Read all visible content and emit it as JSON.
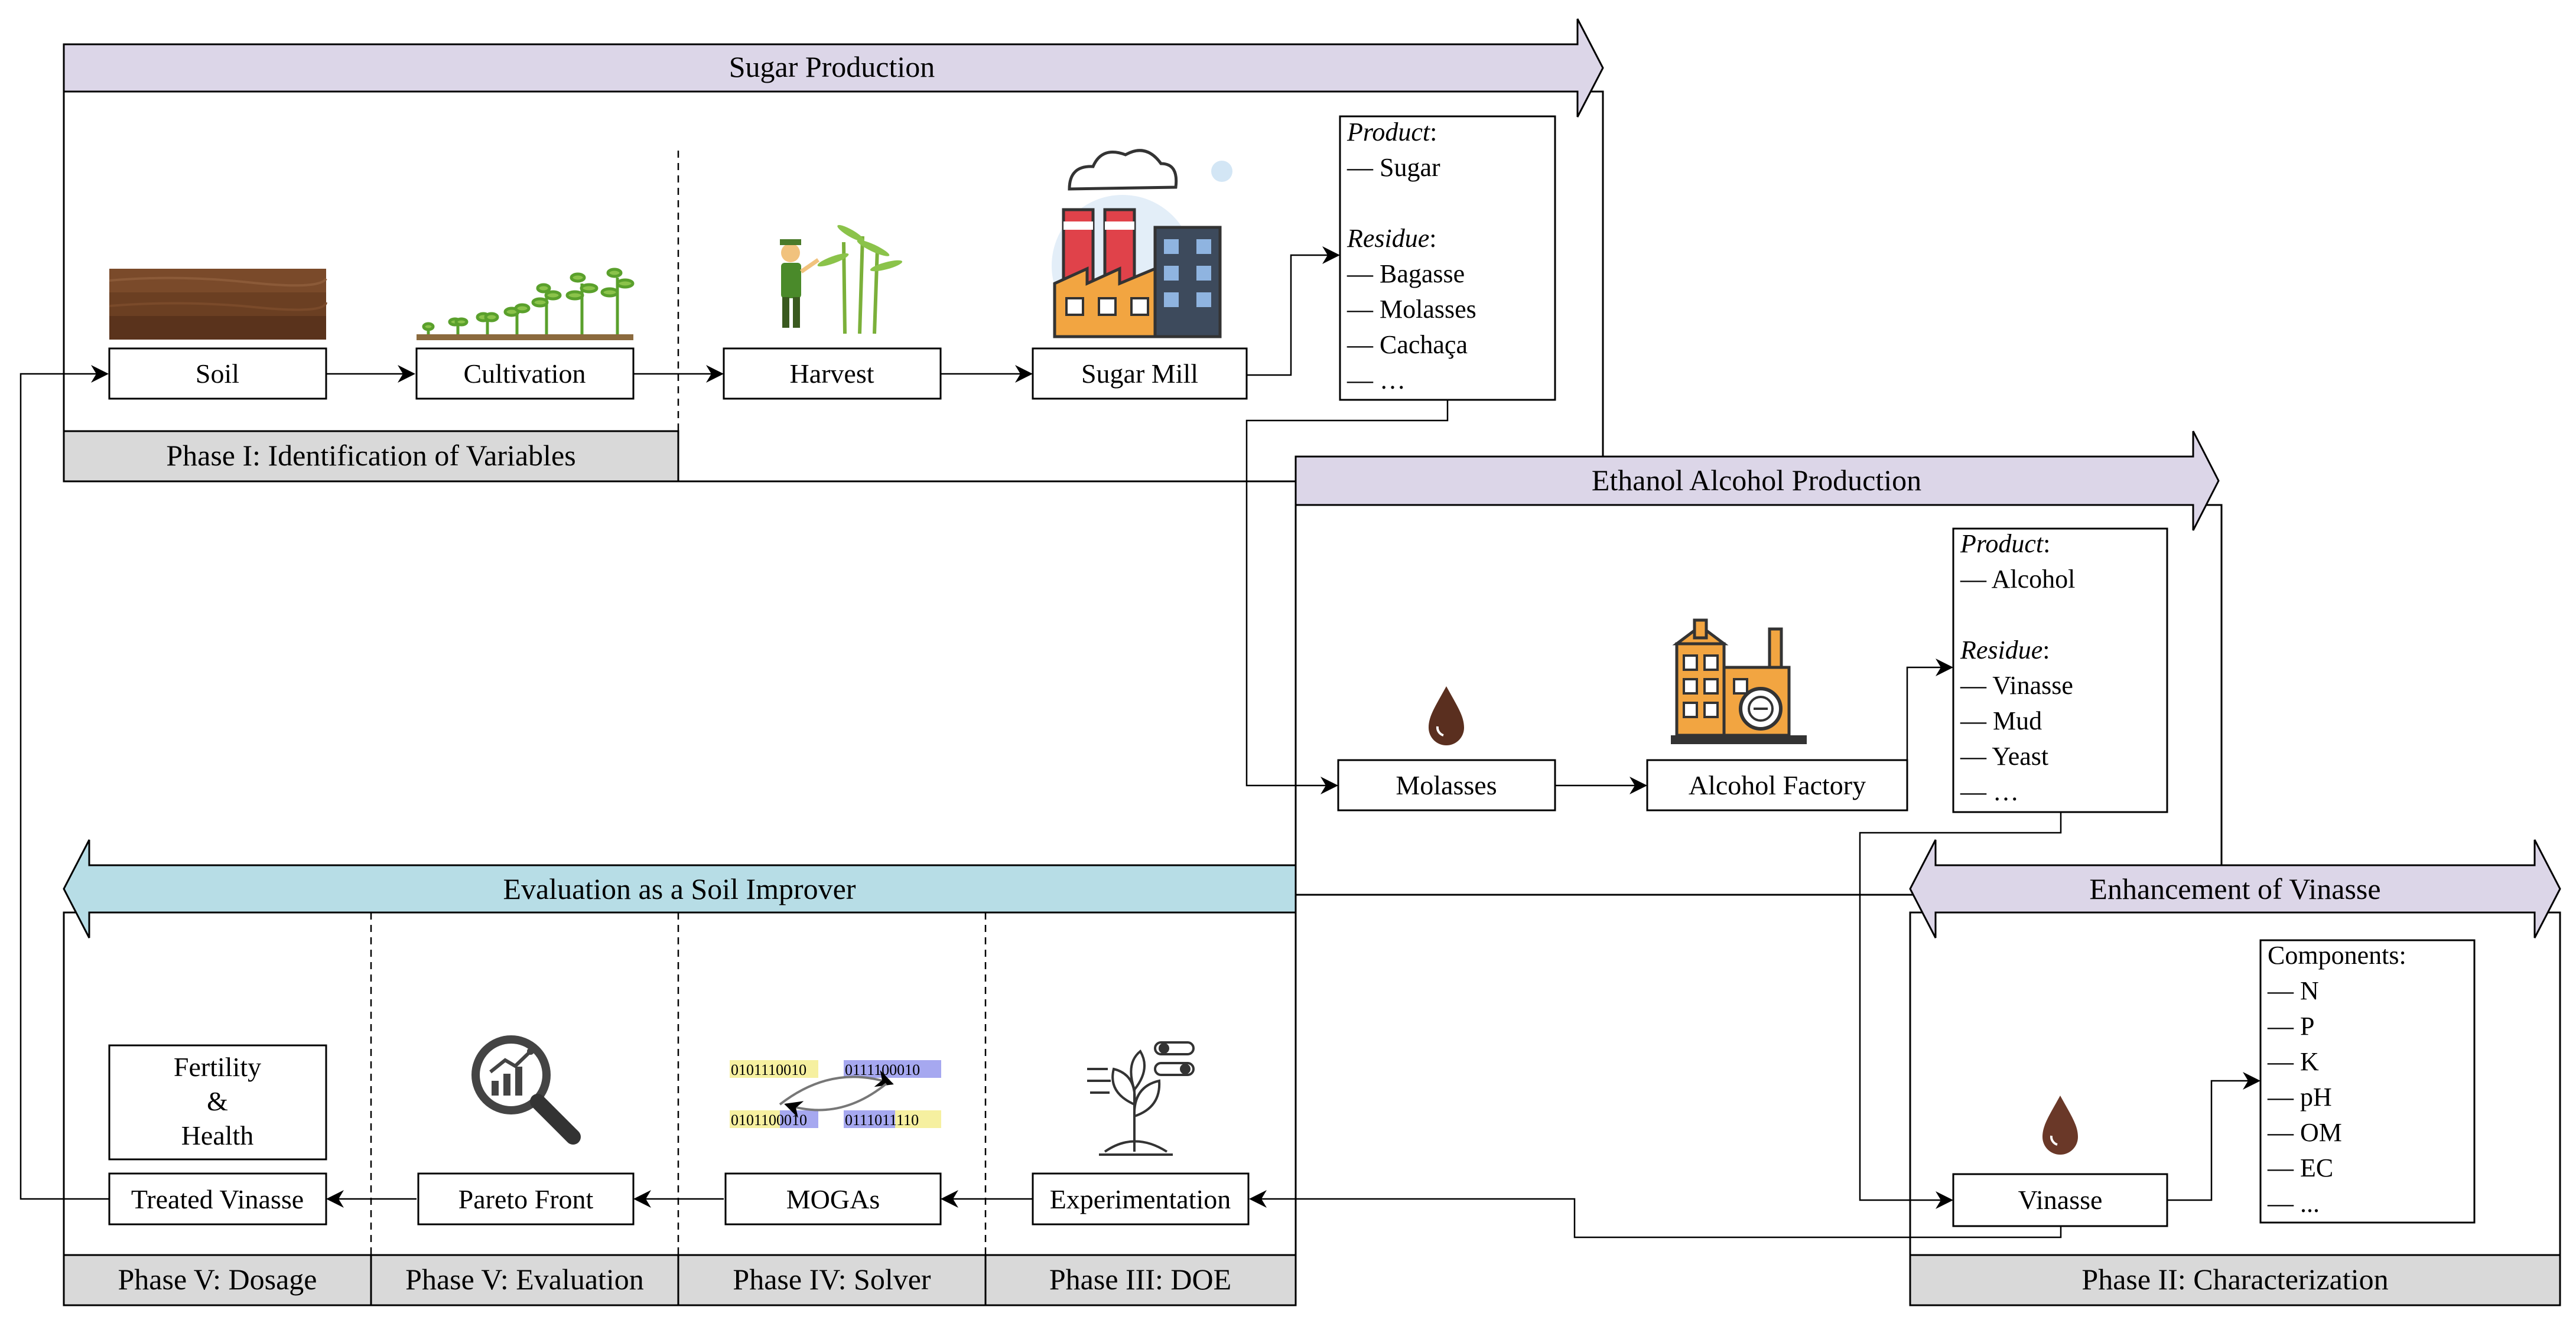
{
  "banners": {
    "sugar": "Sugar Production",
    "ethanol": "Ethanol Alcohol Production",
    "evaluation": "Evaluation as a Soil Improver",
    "vinasse": "Enhancement of Vinasse"
  },
  "nodes": {
    "soil": "Soil",
    "cultivation": "Cultivation",
    "harvest": "Harvest",
    "sugar_mill": "Sugar Mill",
    "molasses": "Molasses",
    "alcohol_factory": "Alcohol Factory",
    "vinasse": "Vinasse",
    "treated_vinasse": "Treated Vinasse",
    "pareto_front": "Pareto Front",
    "mogas": "MOGAs",
    "experimentation": "Experimentation"
  },
  "fertility_box": [
    "Fertility",
    "&",
    "Health"
  ],
  "sugar_outputs": {
    "product_label": "Product",
    "colon": ":",
    "products": [
      "— Sugar"
    ],
    "residue_label": "Residue",
    "residues": [
      "— Bagasse",
      "— Molasses",
      "— Cachaça",
      "— …"
    ]
  },
  "ethanol_outputs": {
    "product_label": "Product",
    "colon": ":",
    "products": [
      "— Alcohol"
    ],
    "residue_label": "Residue",
    "residues": [
      "— Vinasse",
      "— Mud",
      "— Yeast",
      "— …"
    ]
  },
  "components": {
    "title": "Components:",
    "items": [
      "— N",
      "— P",
      "— K",
      "— pH",
      "— OM",
      "— EC",
      "— ..."
    ]
  },
  "phases": {
    "phase1": "Phase I: Identification of Variables",
    "phase2": "Phase II: Characterization",
    "phase3": "Phase III: DOE",
    "phase4": "Phase IV: Solver",
    "phase5_eval": "Phase V: Evaluation",
    "phase5_dosage": "Phase V: Dosage"
  },
  "binary_strings": {
    "top_left": "0101110010",
    "top_right": "0111100010",
    "bottom_left": "0101100010",
    "bottom_right": "0111011110"
  },
  "colors": {
    "banner_lavender": "#dcd6e8",
    "banner_blue": "#b7dde6",
    "phase_gray": "#d9d9d9",
    "factory_orange": "#f2a541",
    "factory_red": "#e0424a",
    "drop_brown": "#5a2f1f",
    "bits_yellow": "#f6f0a0",
    "bits_purple": "#a6a8f0"
  },
  "icons": [
    "soil-icon",
    "sprouts-icon",
    "farmer-icon",
    "factory-icon",
    "drop-icon",
    "alcohol-factory-icon",
    "analytics-icon",
    "chromosome-icon",
    "plant-experiment-icon"
  ]
}
